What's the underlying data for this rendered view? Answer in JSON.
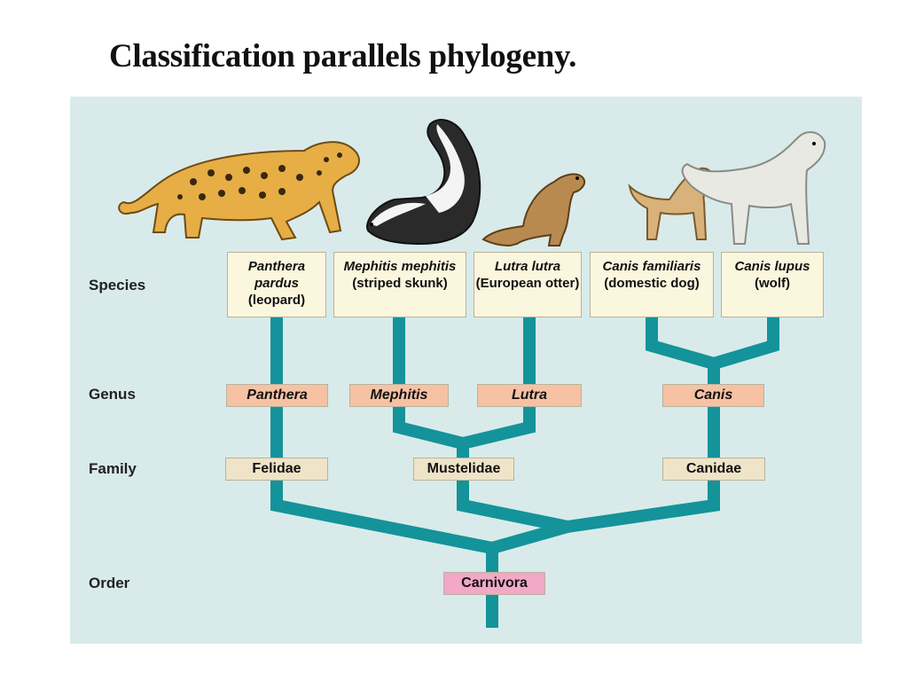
{
  "title": "Classification parallels phylogeny.",
  "ranks": {
    "species": "Species",
    "genus": "Genus",
    "family": "Family",
    "order": "Order"
  },
  "species": [
    {
      "scientific": "Panthera pardus",
      "common": "(leopard)"
    },
    {
      "scientific": "Mephitis mephitis",
      "common": "(striped skunk)"
    },
    {
      "scientific": "Lutra lutra",
      "common": "(European otter)"
    },
    {
      "scientific": "Canis familiaris",
      "common": "(domestic dog)"
    },
    {
      "scientific": "Canis lupus",
      "common": "(wolf)"
    }
  ],
  "genera": [
    "Panthera",
    "Mephitis",
    "Lutra",
    "Canis"
  ],
  "families": [
    "Felidae",
    "Mustelidae",
    "Canidae"
  ],
  "order": "Carnivora",
  "colors": {
    "branch": "#14939a",
    "panel": "#d8ebea",
    "species_box": "#fbf6de",
    "genus_box": "#f7c1a4",
    "family_box": "#efe4c7",
    "order_box": "#f2a8c6"
  }
}
